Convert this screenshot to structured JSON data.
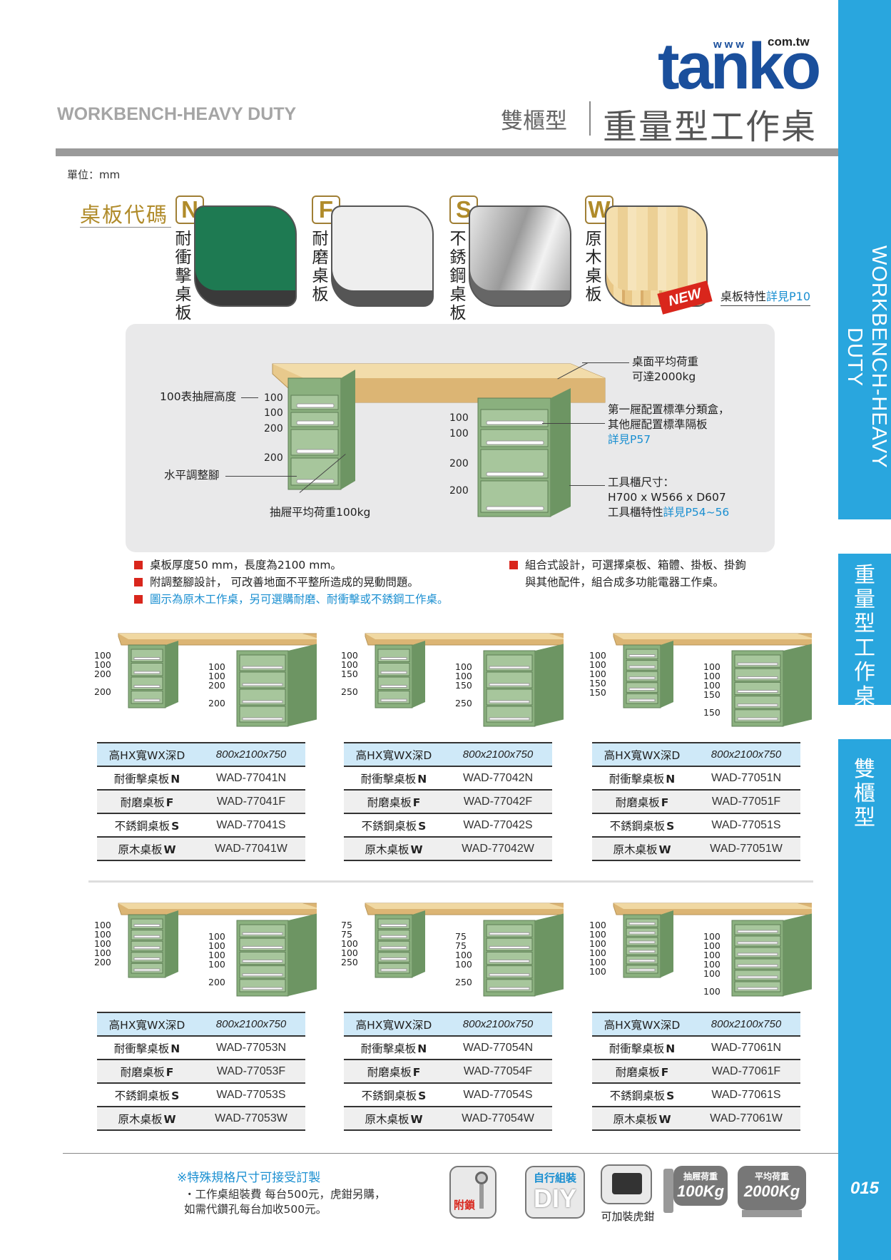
{
  "header": {
    "logo_www": "www",
    "logo_com": "com.tw",
    "logo": "tanko",
    "en_title": "WORKBENCH-HEAVY DUTY",
    "zh_sub": "雙櫃型",
    "zh_title": "重量型工作桌"
  },
  "sidebar": {
    "en_tab": "WORKBENCH-HEAVY DUTY",
    "zh_tab": "重量型工作桌",
    "type_tab": "雙櫃型",
    "page_number": "015"
  },
  "unit": "單位：mm",
  "board_codes": {
    "label": "桌板代碼",
    "items": [
      {
        "code": "N",
        "name": "耐衝擊桌板",
        "color": "#1e7a52"
      },
      {
        "code": "F",
        "name": "耐磨桌板",
        "color": "#eeeeee"
      },
      {
        "code": "S",
        "name": "不銹鋼桌板",
        "color": "#bbbbbb"
      },
      {
        "code": "W",
        "name": "原木桌板",
        "color": "#f1d9a3"
      }
    ],
    "new_tag": "NEW",
    "note_prefix": "桌板特性",
    "note_link": "詳見P10"
  },
  "diagram": {
    "load_top_1": "桌面平均荷重",
    "load_top_2": "可達2000kg",
    "drawer_height": "100表抽屜高度",
    "drawer_note_1": "第一屜配置標準分類盒，",
    "drawer_note_2": "其他屜配置標準隔板",
    "drawer_note_link": "詳見P57",
    "level_foot": "水平調整腳",
    "drawer_load": "抽屜平均荷重100kg",
    "cabinet_size_1": "工具櫃尺寸：",
    "cabinet_size_2": "H700 x W566 x D607",
    "cabinet_feature": "工具櫃特性",
    "cabinet_feature_link": "詳見P54~56",
    "left_nums": [
      "100",
      "100",
      "200",
      "200"
    ],
    "right_nums": [
      "100",
      "100",
      "200",
      "200"
    ]
  },
  "bullets": [
    {
      "text": "桌板厚度50 mm，長度為2100 mm。",
      "blue": false
    },
    {
      "text": "附調整腳設計， 可改善地面不平整所造成的晃動問題。",
      "blue": false
    },
    {
      "text": "圖示為原木工作桌，另可選購耐磨、耐衝擊或不銹鋼工作桌。",
      "blue": true
    },
    {
      "text": "組合式設計，可選擇桌板、箱體、掛板、掛鉤",
      "blue": false
    },
    {
      "text": "與其他配件，組合成多功能電器工作桌。",
      "blue": false
    }
  ],
  "table_labels": {
    "dim_label": "高HX寬WX深D",
    "dim_value": "800x2100x750",
    "n_label": "耐衝擊桌板",
    "f_label": "耐磨桌板",
    "s_label": "不銹鋼桌板",
    "w_label": "原木桌板",
    "n_code": "N",
    "f_code": "F",
    "s_code": "S",
    "w_code": "W"
  },
  "products": [
    {
      "left": [
        "100",
        "100",
        "200",
        "200"
      ],
      "right": [
        "100",
        "100",
        "200",
        "200"
      ],
      "n": "WAD-77041N",
      "f": "WAD-77041F",
      "s": "WAD-77041S",
      "w": "WAD-77041W"
    },
    {
      "left": [
        "100",
        "100",
        "150",
        "250"
      ],
      "right": [
        "100",
        "100",
        "150",
        "250"
      ],
      "n": "WAD-77042N",
      "f": "WAD-77042F",
      "s": "WAD-77042S",
      "w": "WAD-77042W"
    },
    {
      "left": [
        "100",
        "100",
        "100",
        "150",
        "150"
      ],
      "right": [
        "100",
        "100",
        "100",
        "150",
        "150"
      ],
      "n": "WAD-77051N",
      "f": "WAD-77051F",
      "s": "WAD-77051S",
      "w": "WAD-77051W"
    },
    {
      "left": [
        "100",
        "100",
        "100",
        "100",
        "200"
      ],
      "right": [
        "100",
        "100",
        "100",
        "100",
        "200"
      ],
      "n": "WAD-77053N",
      "f": "WAD-77053F",
      "s": "WAD-77053S",
      "w": "WAD-77053W"
    },
    {
      "left": [
        "75",
        "75",
        "100",
        "100",
        "250"
      ],
      "right": [
        "75",
        "75",
        "100",
        "100",
        "250"
      ],
      "n": "WAD-77054N",
      "f": "WAD-77054F",
      "s": "WAD-77054S",
      "w": "WAD-77054W"
    },
    {
      "left": [
        "100",
        "100",
        "100",
        "100",
        "100",
        "100"
      ],
      "right": [
        "100",
        "100",
        "100",
        "100",
        "100",
        "100"
      ],
      "n": "WAD-77061N",
      "f": "WAD-77061F",
      "s": "WAD-77061S",
      "w": "WAD-77061W"
    }
  ],
  "footer": {
    "note": "※特殊規格尺寸可接受訂製",
    "sub_1": "・工作桌組裝費 每台500元，虎鉗另購，",
    "sub_2": "如需代鑽孔每台加收500元。",
    "badges": {
      "lock": "附鎖",
      "diy_top": "自行組裝",
      "diy": "DIY",
      "vise": "可加裝虎鉗",
      "drawer_load_label": "抽屜荷重",
      "drawer_load_value": "100Kg",
      "top_load_label": "平均荷重",
      "top_load_value": "2000Kg"
    }
  }
}
